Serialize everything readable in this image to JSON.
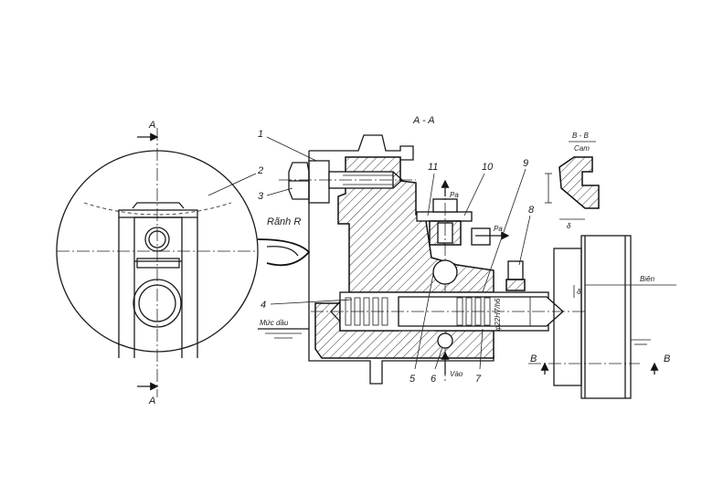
{
  "labels": {
    "view_aa": "A - A",
    "view_bb": "B - B",
    "cam": "Cam",
    "cut_a_top": "A",
    "cut_a_bottom": "A",
    "cut_b_left": "B",
    "cut_b_right": "B",
    "groove": "Rãnh R",
    "oil_level": "Mức dầu",
    "edge": "Biên",
    "pa_top": "Pa",
    "pa_right": "Pa",
    "vao": "Vào",
    "fit": "φ22H7/h6",
    "delta": "δ",
    "delta2": "δ"
  },
  "callouts": [
    "1",
    "2",
    "3",
    "4",
    "5",
    "6",
    "7",
    "8",
    "9",
    "10",
    "11"
  ]
}
